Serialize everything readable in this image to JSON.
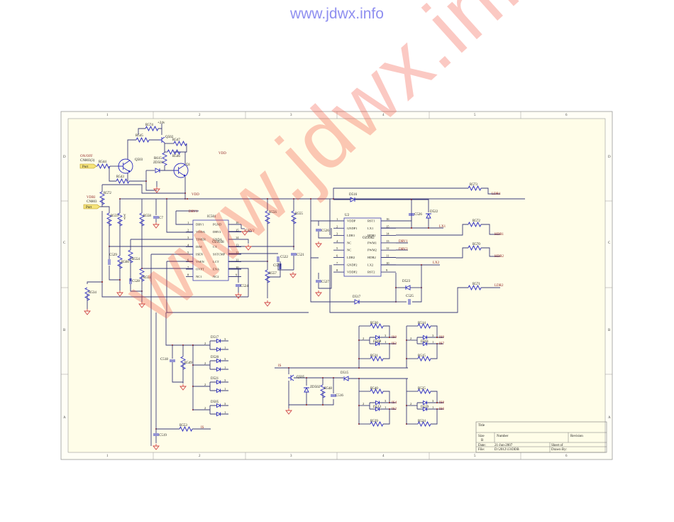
{
  "watermark": {
    "top": "www.jdwx.info",
    "diagonal": "www.jdwx.info"
  },
  "frame": {
    "columns": [
      "1",
      "2",
      "3",
      "4",
      "5",
      "6"
    ],
    "rows": [
      "D",
      "C",
      "B",
      "A"
    ]
  },
  "inputs": {
    "onoff": {
      "net": "ON/OFF",
      "conn": "CN803(3)",
      "port": "Port"
    },
    "vdri": {
      "net": "VDRI",
      "conn": "CN803",
      "port": "Port"
    }
  },
  "supply": {
    "v24": "+24v",
    "vdd1": "VDD",
    "vdd2": "VDD"
  },
  "parts": {
    "R574": "R574",
    "R545": "R545",
    "Q502": "Q502",
    "R547": "R547",
    "R546": "R546",
    "R615": "R615",
    "ZD501": "ZD501",
    "Q503": "Q503",
    "Q1": "Q1",
    "R544": "R544",
    "R543": "R543",
    "R572": "R572",
    "R559": "R559",
    "R558": "R558",
    "C7": "C7",
    "C529": "C529",
    "R560": "R560",
    "R554": "R554",
    "C528": "C528",
    "R551": "R551",
    "R534": "R534",
    "Y": "Y",
    "R556": "R556",
    "R555": "R555",
    "C522": "C522",
    "C523": "C523",
    "C521": "C521",
    "R557": "R557",
    "C524": "C524",
    "C526b": "C526",
    "C527": "C527",
    "D516": "D516",
    "D522": "D522",
    "C526": "C526",
    "R573": "R573",
    "R572b": "R572",
    "R570": "R570",
    "R571": "R571",
    "D523": "D523",
    "C525": "C525",
    "D517b": "D517",
    "D517": "D517",
    "D520": "D520",
    "D521": "D521",
    "D505": "D505",
    "C518": "C518",
    "R549": "R549",
    "C519": "C519",
    "R553": "R553",
    "Q505": "Q505",
    "ZD502": "ZD502",
    "R548": "R548",
    "C516": "C516",
    "D515": "D515",
    "R530": "R530",
    "D508": "D508",
    "R531": "R531",
    "R514": "R514",
    "D501": "D501",
    "R515": "R515",
    "R540": "R540",
    "D513": "D513",
    "R539": "R539",
    "R525": "R525",
    "D529": "D529",
    "R524": "R524"
  },
  "ic501": {
    "ref": "IC501",
    "type": "OZ9938",
    "left_pins": [
      [
        "1",
        "DRV1"
      ],
      [
        "2",
        "VDDA"
      ],
      [
        "3",
        "TIMER"
      ],
      [
        "4",
        "DIM"
      ],
      [
        "5",
        "ISEN"
      ],
      [
        "6",
        "VSEN"
      ],
      [
        "7",
        "OVPT"
      ],
      [
        "8",
        "NC1"
      ]
    ],
    "right_pins": [
      [
        "16",
        "PGND"
      ],
      [
        "15",
        "DRV2"
      ],
      [
        "14",
        "GNDA"
      ],
      [
        "13",
        "CT"
      ],
      [
        "12",
        "SSTCMP"
      ],
      [
        "11",
        "LCT"
      ],
      [
        "10",
        "ENA"
      ],
      [
        "9",
        "NC2"
      ]
    ]
  },
  "u2": {
    "ref": "U2",
    "type": "OZ9982",
    "left_pins": [
      [
        "1",
        "VDDP"
      ],
      [
        "2",
        "GNDP1"
      ],
      [
        "3",
        "LDR1"
      ],
      [
        "4",
        "NC"
      ],
      [
        "5",
        "NC"
      ],
      [
        "6",
        "LDR2"
      ],
      [
        "7",
        "GNDP2"
      ],
      [
        "8",
        "VDDP2"
      ]
    ],
    "right_pins": [
      [
        "16",
        "BST1"
      ],
      [
        "15",
        "LX1"
      ],
      [
        "14",
        "HDR1"
      ],
      [
        "13",
        "PWM1"
      ],
      [
        "12",
        "PWM2"
      ],
      [
        "11",
        "HDR2"
      ],
      [
        "10",
        "LX2"
      ],
      [
        "9",
        "BST2"
      ]
    ]
  },
  "nets": {
    "drv1_ic": "DRV1",
    "drv2_ic": "DRV2",
    "drv1_u2": "DRV1",
    "drv2_u2": "DRV2",
    "lx1": "LX1",
    "lx2": "LX2",
    "ldr1": "LDR1",
    "hdr1": "HDR1",
    "hdr2": "HDR2",
    "ldr2": "LDR2",
    "is_main": "IS",
    "is_r553": "IS",
    "outs": [
      "IS0",
      "IS3",
      "IS9",
      "IS7",
      "IS4",
      "IS2",
      "IS8",
      "IS6"
    ]
  },
  "diode_pins": [
    "2",
    "3",
    "1"
  ],
  "title_block": {
    "title": "Title",
    "size": "Size",
    "size_val": "B",
    "number": "Number",
    "revision": "Revision",
    "date": "Date:",
    "date_val": "21-Jun-2007",
    "sheet": "Sheet    of",
    "file": "File:",
    "file_val": "D:\\2012\\13\\DDB",
    "drawn": "Drawn By:"
  }
}
